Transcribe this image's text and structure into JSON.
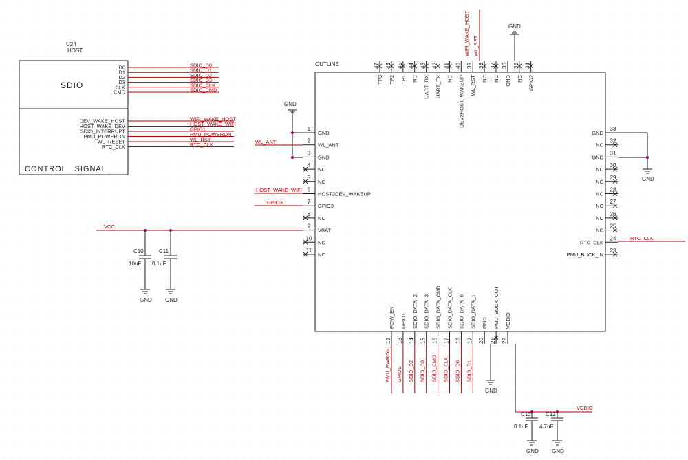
{
  "host": {
    "ref": "U24",
    "name": "HOST",
    "sdio_title": "SDIO",
    "control_title": "CONTROL   SIGNAL",
    "sdio_pins": [
      {
        "pin": "D0",
        "net": "SDIO_D0"
      },
      {
        "pin": "D1",
        "net": "SDIO_D1"
      },
      {
        "pin": "D2",
        "net": "SDIO_D2"
      },
      {
        "pin": "D3",
        "net": "SDIO_D3"
      },
      {
        "pin": "CLK",
        "net": "SDIO_CLK"
      },
      {
        "pin": "CMD",
        "net": "SDIO_CMD"
      }
    ],
    "ctrl_pins": [
      {
        "pin": "DEV_WAKE_HOST",
        "net": "WIFI_WAKE_HOST"
      },
      {
        "pin": "HOST_WAKE_DEV",
        "net": "HOST_WAKE_WIFI"
      },
      {
        "pin": "SDIO_INTERRUPT",
        "net": "GPIO1"
      },
      {
        "pin": "PMU_POWERON",
        "net": "PMU_POWERON"
      },
      {
        "pin": "WL_RESET",
        "net": "WL_RST"
      },
      {
        "pin": "RTC_CLK",
        "net": "RTC_CLK"
      }
    ]
  },
  "module": {
    "outline": "OUTLINE",
    "left": [
      {
        "num": "1",
        "name": "GND",
        "nc": false
      },
      {
        "num": "2",
        "name": "WL_ANT",
        "nc": false
      },
      {
        "num": "3",
        "name": "GND",
        "nc": false
      },
      {
        "num": "4",
        "name": "NC",
        "nc": true
      },
      {
        "num": "5",
        "name": "NC",
        "nc": true
      },
      {
        "num": "6",
        "name": "HOST2DEV_WAKEUP",
        "nc": false
      },
      {
        "num": "7",
        "name": "GPIO3",
        "nc": false
      },
      {
        "num": "8",
        "name": "NC",
        "nc": true
      },
      {
        "num": "9",
        "name": "VBAT",
        "nc": false
      },
      {
        "num": "10",
        "name": "NC",
        "nc": true
      },
      {
        "num": "11",
        "name": "NC",
        "nc": true
      }
    ],
    "right": [
      {
        "num": "33",
        "name": "GND",
        "nc": false
      },
      {
        "num": "32",
        "name": "NC",
        "nc": true
      },
      {
        "num": "31",
        "name": "GND",
        "nc": false
      },
      {
        "num": "30",
        "name": "NC",
        "nc": true
      },
      {
        "num": "29",
        "name": "NC",
        "nc": true
      },
      {
        "num": "28",
        "name": "NC",
        "nc": true
      },
      {
        "num": "27",
        "name": "NC",
        "nc": true
      },
      {
        "num": "26",
        "name": "NC",
        "nc": true
      },
      {
        "num": "25",
        "name": "NC",
        "nc": true
      },
      {
        "num": "24",
        "name": "RTC_CLK",
        "nc": false
      },
      {
        "num": "23",
        "name": "PMU_BUCK_IN",
        "nc": true
      }
    ],
    "top": [
      {
        "num": "47",
        "name": "TP3",
        "nc": true
      },
      {
        "num": "46",
        "name": "TP2",
        "nc": true
      },
      {
        "num": "45",
        "name": "TP1",
        "nc": true
      },
      {
        "num": "44",
        "name": "NC",
        "nc": true
      },
      {
        "num": "43",
        "name": "UART_RX",
        "nc": true
      },
      {
        "num": "42",
        "name": "UART_TX",
        "nc": true
      },
      {
        "num": "41",
        "name": "NC",
        "nc": true
      },
      {
        "num": "40",
        "name": "DEV2HOST_WAKEUP",
        "nc": false
      },
      {
        "num": "39",
        "name": "WL_RST",
        "nc": false
      },
      {
        "num": "38",
        "name": "NC",
        "nc": true
      },
      {
        "num": "37",
        "name": "NC",
        "nc": true
      },
      {
        "num": "36",
        "name": "GND",
        "nc": false
      },
      {
        "num": "35",
        "name": "NC",
        "nc": true
      },
      {
        "num": "34",
        "name": "GPIO2",
        "nc": true
      }
    ],
    "bottom": [
      {
        "num": "12",
        "name": "POW_EN",
        "nc": false
      },
      {
        "num": "13",
        "name": "GPIO1",
        "nc": false
      },
      {
        "num": "14",
        "name": "SDIO_DATA_2",
        "nc": false
      },
      {
        "num": "15",
        "name": "SDIO_DATA_3",
        "nc": false
      },
      {
        "num": "16",
        "name": "SDIO_DATA_CMD",
        "nc": false
      },
      {
        "num": "17",
        "name": "SDIO_DATA_CLK",
        "nc": false
      },
      {
        "num": "18",
        "name": "SDIO_DATA_0",
        "nc": false
      },
      {
        "num": "19",
        "name": "SDIO_DATA_1",
        "nc": false
      },
      {
        "num": "20",
        "name": "GND",
        "nc": false
      },
      {
        "num": "21",
        "name": "PMU_BUCK_OUT",
        "nc": true
      },
      {
        "num": "22",
        "name": "VDDIO",
        "nc": false
      }
    ]
  },
  "nets": {
    "wl_ant": "WL_ANT",
    "host_wake": "HOST_WAKE_WIFI",
    "gpio3": "GPIO3",
    "vcc": "VCC",
    "rtc": "RTC_CLK",
    "vddio": "VDDIO",
    "top_wake": "WIFI_WAKE_HOST",
    "top_rst": "WL_RST",
    "bottom": [
      "PMU_PWRON",
      "GPIO1",
      "SDIO_D2",
      "SDIO_D3",
      "SDIO_CMD",
      "SDIO_CLK",
      "SDIO_D0",
      "SDIO_D1"
    ]
  },
  "caps": [
    {
      "ref": "C10",
      "value": "10uF"
    },
    {
      "ref": "C11",
      "value": "0.1uF"
    },
    {
      "ref": "C13",
      "value": "0.1uF"
    },
    {
      "ref": "C12",
      "value": "4.7uF"
    }
  ],
  "gnd": "GND"
}
